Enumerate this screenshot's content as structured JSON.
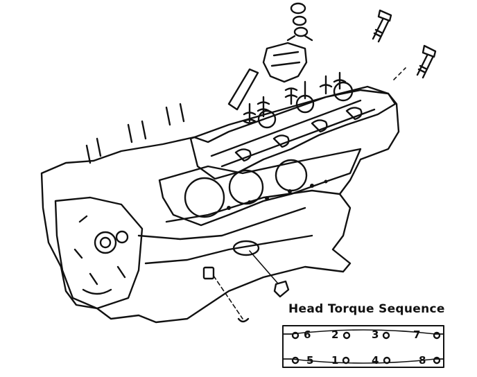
{
  "inset": {
    "title": "Head Torque Sequence",
    "top_row": [
      "6",
      "2",
      "3",
      "7"
    ],
    "bottom_row": [
      "5",
      "1",
      "4",
      "8"
    ]
  },
  "colors": {
    "ink": "#111111",
    "paper": "#ffffff"
  }
}
